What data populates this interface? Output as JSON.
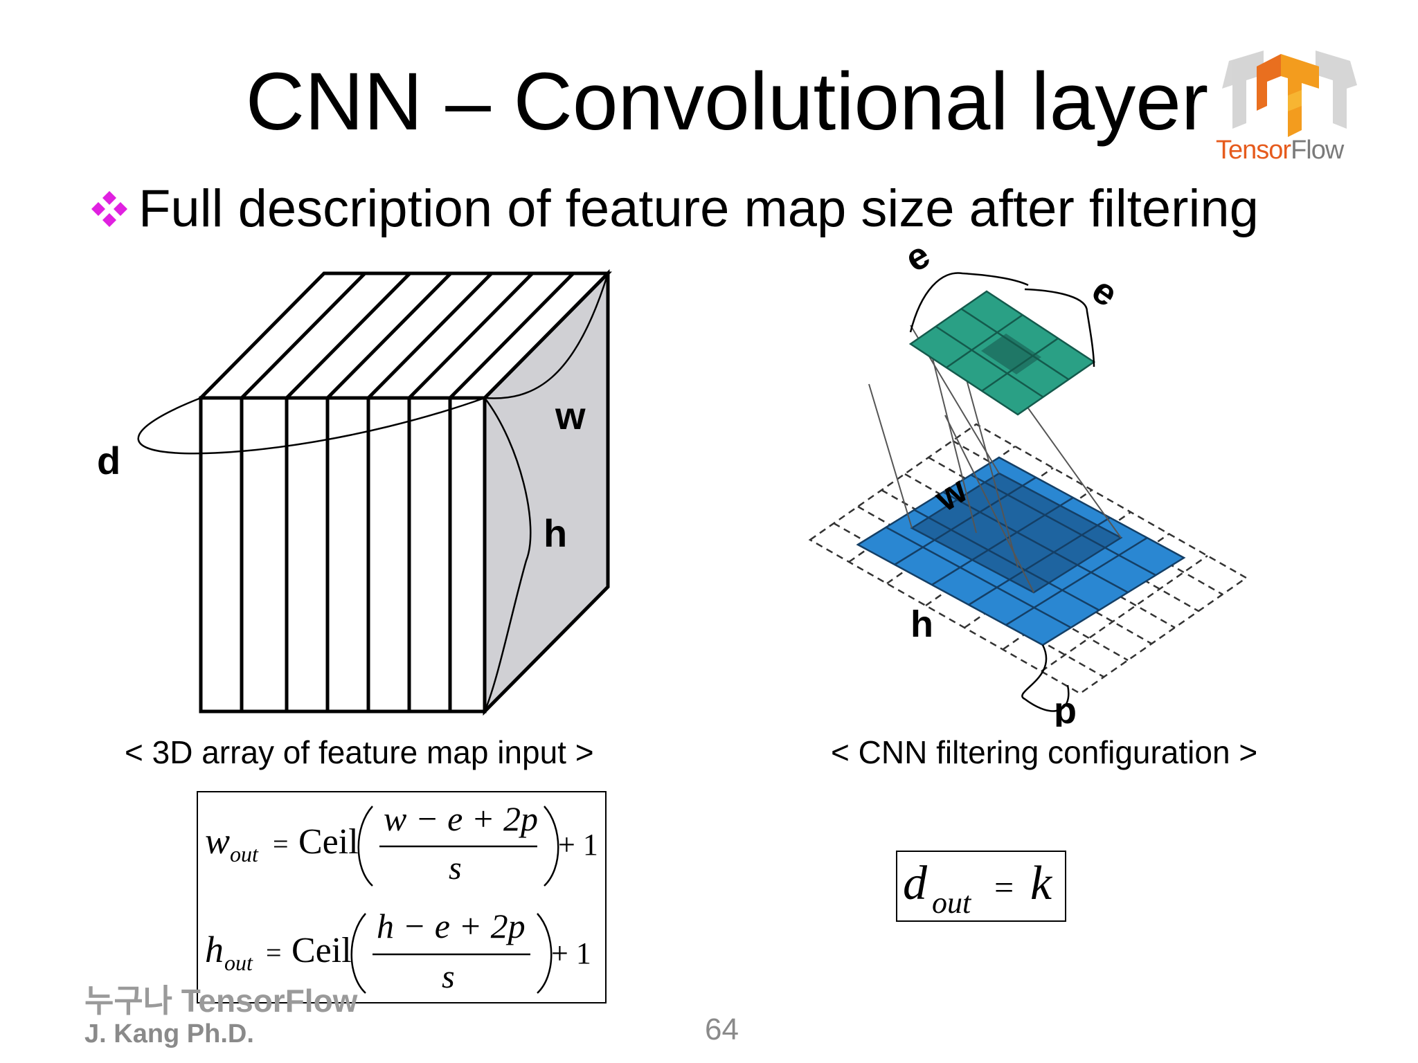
{
  "title": "CNN – Convolutional layer",
  "logo": {
    "text_part1": "Tensor",
    "text_part2": "Flow"
  },
  "bullet": {
    "text": "Full description of feature map size after filtering"
  },
  "left_figure": {
    "labels": {
      "d": "d",
      "w": "w",
      "h": "h"
    },
    "caption": "< 3D array of feature map input >"
  },
  "right_figure": {
    "labels": {
      "e_top": "e",
      "e_right": "e",
      "w": "w",
      "h": "h",
      "p": "p"
    },
    "caption": "< CNN filtering configuration >"
  },
  "formula_w": {
    "lhs": "w",
    "lhs_sub": "out",
    "eq": "=",
    "fn": "Ceil",
    "numerator": "w − e + 2p",
    "denominator": "s",
    "plus": "+ 1"
  },
  "formula_h": {
    "lhs": "h",
    "lhs_sub": "out",
    "eq": "=",
    "fn": "Ceil",
    "numerator": "h − e + 2p",
    "denominator": "s",
    "plus": "+ 1"
  },
  "formula_d": {
    "lhs": "d",
    "lhs_sub": "out",
    "eq": "=",
    "rhs": "k"
  },
  "footer": {
    "course": "누구나 TensorFlow",
    "author": "J. Kang Ph.D.",
    "page_number": "64"
  },
  "colors": {
    "filter": "#2aa085",
    "filter_dark": "#1f7766",
    "input": "#2a87d2",
    "input_dark": "#1e64a0",
    "bullet": "#e020e0",
    "cube_side": "#d0d0d4"
  }
}
